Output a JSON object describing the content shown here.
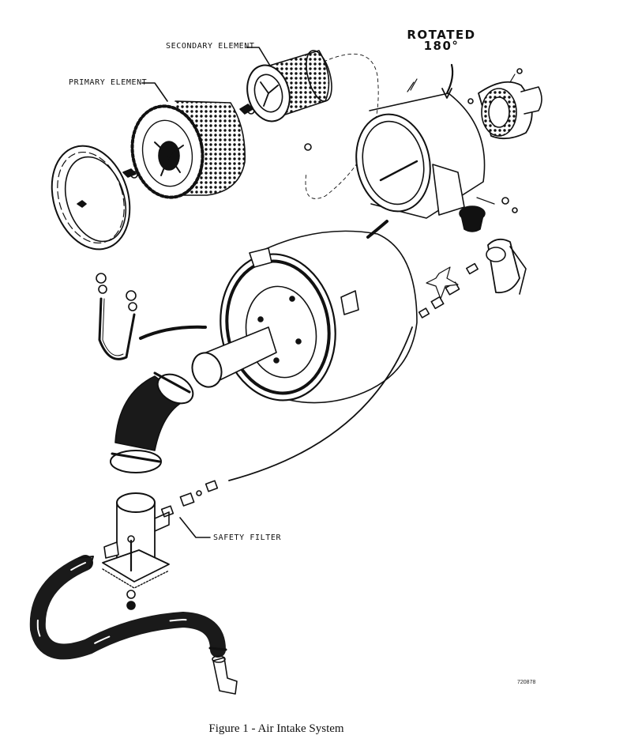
{
  "labels": {
    "secondary_element": "SECONDARY ELEMENT",
    "primary_element": "PRIMARY ELEMENT",
    "safety_filter": "SAFETY FILTER"
  },
  "rotated_note": {
    "line1": "ROTATED",
    "line2": "180°"
  },
  "drawing_number": "720878",
  "caption": "Figure 1 - Air Intake System",
  "colors": {
    "ink": "#111111",
    "paper": "#ffffff",
    "hose": "#1a1a1a"
  }
}
